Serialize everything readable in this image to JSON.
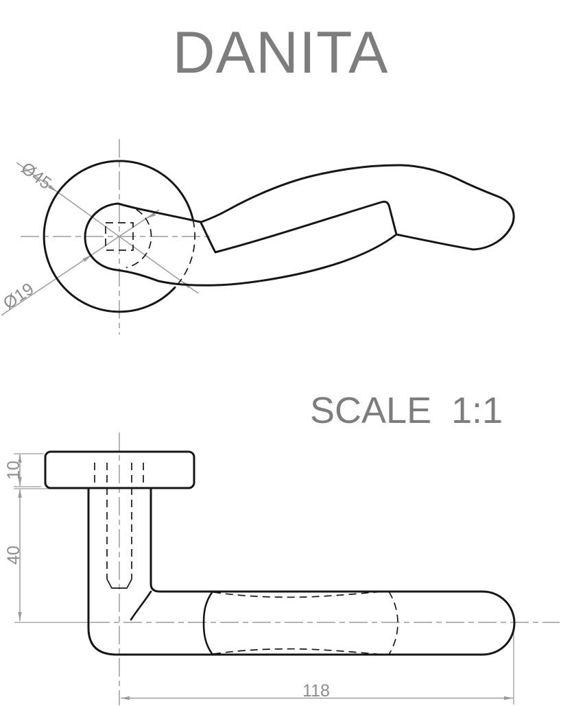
{
  "title": "DANITA",
  "scale": {
    "label": "SCALE 1:1"
  },
  "front_view": {
    "dim_rose_diameter": "Ø45",
    "dim_grip_diameter": "Ø19"
  },
  "side_view": {
    "dim_rose_thickness": "10",
    "dim_neck_length": "40",
    "dim_overall_length": "118"
  },
  "colors": {
    "outline": "#161616",
    "dimension_lines": "#9b9b9b",
    "dimension_text": "#8c8c8c",
    "title_text": "#7d7d7d",
    "background": "#ffffff"
  }
}
